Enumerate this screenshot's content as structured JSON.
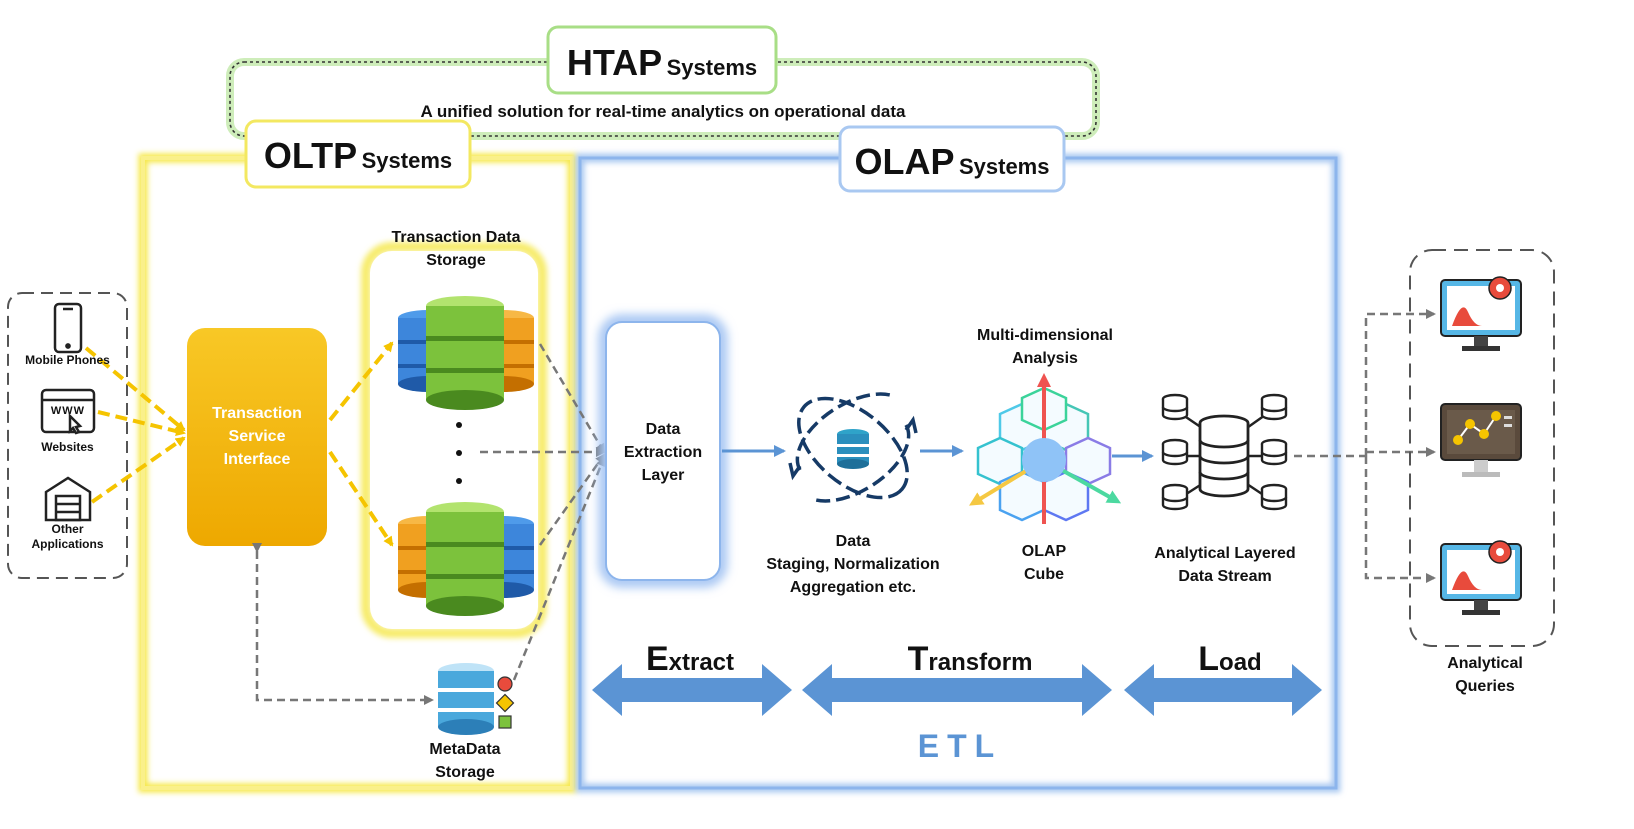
{
  "htap": {
    "title_main": "HTAP",
    "title_suffix": "Systems",
    "subtitle": "A unified solution for real-time analytics on operational data"
  },
  "oltp": {
    "title_main": "OLTP",
    "title_suffix": "Systems"
  },
  "olap": {
    "title_main": "OLAP",
    "title_suffix": "Systems"
  },
  "sources": {
    "mobile": "Mobile Phones",
    "websites": "Websites",
    "website_glyph": "WWW",
    "other_line1": "Other",
    "other_line2": "Applications"
  },
  "tsi": {
    "line1": "Transaction",
    "line2": "Service",
    "line3": "Interface"
  },
  "transaction_storage": {
    "line1": "Transaction Data",
    "line2": "Storage"
  },
  "metadata_storage": {
    "line1": "MetaData",
    "line2": "Storage"
  },
  "extraction": {
    "line1": "Data",
    "line2": "Extraction",
    "line3": "Layer"
  },
  "staging": {
    "line1": "Data",
    "line2": "Staging, Normalization",
    "line3": "Aggregation etc."
  },
  "multidim": {
    "line1": "Multi-dimensional",
    "line2": "Analysis"
  },
  "cube": {
    "line1": "OLAP",
    "line2": "Cube"
  },
  "stream": {
    "line1": "Analytical Layered",
    "line2": "Data Stream"
  },
  "queries": {
    "line1": "Analytical",
    "line2": "Queries"
  },
  "etl": {
    "extract_initial": "E",
    "extract_rest": "xtract",
    "transform_initial": "T",
    "transform_rest": "ransform",
    "load_initial": "L",
    "load_rest": "oad",
    "caption": "ETL"
  },
  "colors": {
    "htap_green": "#8fd46a",
    "oltp_yellow": "#f6e84a",
    "olap_blue": "#8db5ec",
    "tsi_orange": "#f2b400",
    "arrow_yellow": "#f5c400",
    "etl_arrow": "#5b94d4",
    "etl_text": "#5b94d4",
    "db_green": "#7cc23c",
    "db_blue": "#3f8be0",
    "db_orange": "#f0a020"
  }
}
